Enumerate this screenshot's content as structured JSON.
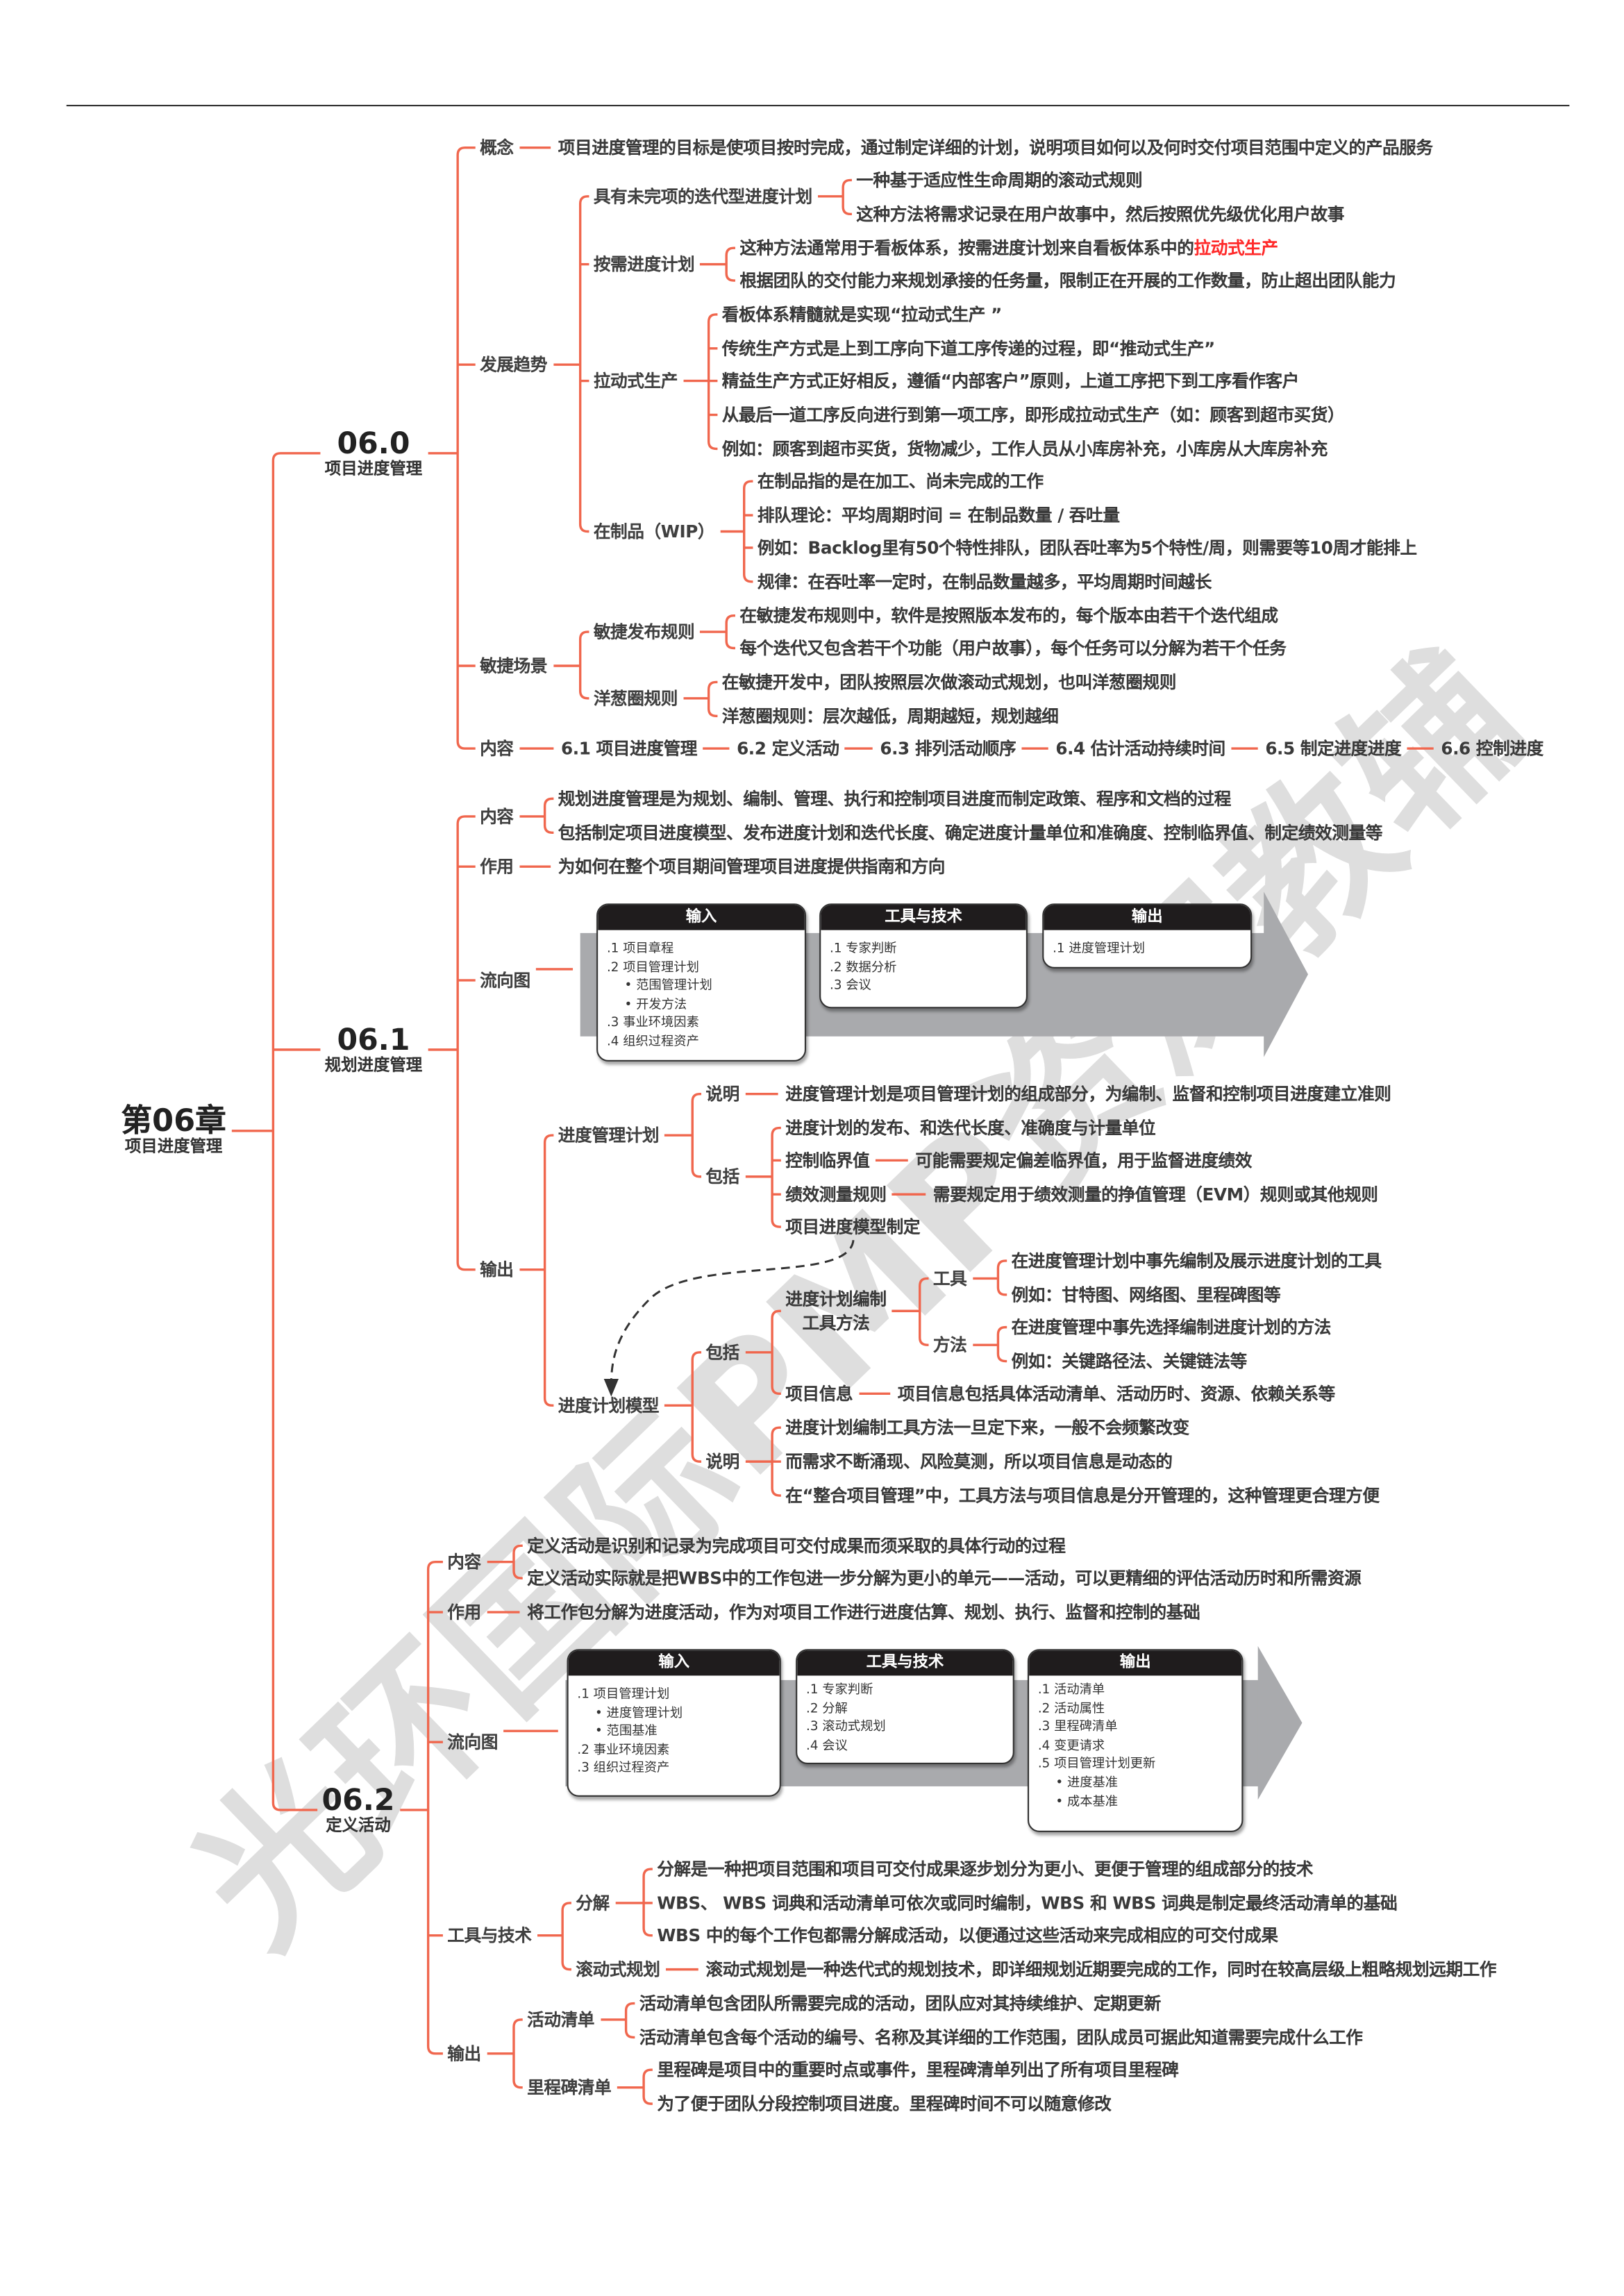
{
  "watermark": "光环国际PMP资深教辅",
  "colors": {
    "connector": "#f0674e",
    "highlight": "#ff2a2a",
    "arrow_band": "#a9aaad",
    "box_header": "#1f1c1d"
  },
  "chapter": {
    "title": "第06章",
    "subtitle": "项目进度管理"
  },
  "s0": {
    "num": "06.0",
    "name": "项目进度管理",
    "concept": {
      "label": "概念",
      "text": "项目进度管理的目标是使项目按时完成，通过制定详细的计划，说明项目如何以及何时交付项目范围中定义的产品服务"
    },
    "trend": {
      "label": "发展趋势",
      "iterative": {
        "label": "具有未完项的迭代型进度计划",
        "items": [
          "一种基于适应性生命周期的滚动式规则",
          "这种方法将需求记录在用户故事中，然后按照优先级优化用户故事"
        ]
      },
      "ondemand": {
        "label": "按需进度计划",
        "item0_text": "这种方法通常用于看板体系，按需进度计划来自看板体系中的",
        "item0_highlight": "拉动式生产",
        "item1": "根据团队的交付能力来规划承接的任务量，限制正在开展的工作数量，防止超出团队能力"
      },
      "pull": {
        "label": "拉动式生产",
        "items": [
          "看板体系精髓就是实现“拉动式生产 ”",
          "传统生产方式是上到工序向下道工序传递的过程，即“推动式生产”",
          "精益生产方式正好相反，遵循“内部客户”原则，上道工序把下到工序看作客户",
          "从最后一道工序反向进行到第一项工序，即形成拉动式生产（如：顾客到超市买货）",
          "例如：顾客到超市买货，货物减少，工作人员从小库房补充，小库房从大库房补充"
        ]
      },
      "wip": {
        "label": "在制品（WIP）",
        "items": [
          "在制品指的是在加工、尚未完成的工作",
          "排队理论：平均周期时间 = 在制品数量 / 吞吐量",
          "例如：Backlog里有50个特性排队，团队吞吐率为5个特性/周，则需要等10周才能排上",
          "规律：在吞吐率一定时，在制品数量越多，平均周期时间越长"
        ]
      }
    },
    "agile": {
      "label": "敏捷场景",
      "release": {
        "label": "敏捷发布规则",
        "items": [
          "在敏捷发布规则中，软件是按照版本发布的，每个版本由若干个迭代组成",
          "每个迭代又包含若干个功能（用户故事），每个任务可以分解为若干个任务"
        ]
      },
      "onion": {
        "label": "洋葱圈规则",
        "items": [
          "在敏捷开发中，团队按照层次做滚动式规划，也叫洋葱圈规则",
          "洋葱圈规则：层次越低，周期越短，规划越细"
        ]
      }
    },
    "content": {
      "label": "内容",
      "items": [
        "6.1 项目进度管理",
        "6.2 定义活动",
        "6.3 排列活动顺序",
        "6.4 估计活动持续时间",
        "6.5 制定进度进度",
        "6.6 控制进度"
      ]
    }
  },
  "s1": {
    "num": "06.1",
    "name": "规划进度管理",
    "content": {
      "label": "内容",
      "items": [
        "规划进度管理是为规划、编制、管理、执行和控制项目进度而制定政策、程序和文档的过程",
        "包括制定项目进度模型、发布进度计划和迭代长度、确定进度计量单位和准确度、控制临界值、制定绩效测量等"
      ]
    },
    "purpose": {
      "label": "作用",
      "text": "为如何在整个项目期间管理项目进度提供指南和方向"
    },
    "flow": {
      "label": "流向图",
      "inputs_title": "输入",
      "tools_title": "工具与技术",
      "outputs_title": "输出",
      "inputs": [
        ".1 项目章程",
        ".2 项目管理计划",
        "范围管理计划",
        "开发方法",
        ".3 事业环境因素",
        ".4 组织过程资产"
      ],
      "tools": [
        ".1 专家判断",
        ".2 数据分析",
        ".3 会议"
      ],
      "outputs": [
        ".1 进度管理计划"
      ]
    },
    "output": {
      "label": "输出",
      "plan": {
        "label": "进度管理计划",
        "desc": {
          "label": "说明",
          "text": "进度管理计划是项目管理计划的组成部分，为编制、监督和控制项目进度建立准则"
        },
        "incl": {
          "label": "包括",
          "item0": "进度计划的发布、和迭代长度、准确度与计量单位",
          "threshold": {
            "label": "控制临界值",
            "text": "可能需要规定偏差临界值，用于监督进度绩效"
          },
          "evm": {
            "label": "绩效测量规则",
            "text": "需要规定用于绩效测量的挣值管理（EVM）规则或其他规则"
          },
          "item3": "项目进度模型制定"
        }
      },
      "model": {
        "label": "进度计划模型",
        "incl": {
          "label": "包括",
          "method_line1": "进度计划编制",
          "method_line2": "工具方法",
          "tool": {
            "label": "工具",
            "items": [
              "在进度管理计划中事先编制及展示进度计划的工具",
              "例如：甘特图、网络图、里程碑图等"
            ]
          },
          "method": {
            "label": "方法",
            "items": [
              "在进度管理中事先选择编制进度计划的方法",
              "例如：关键路径法、关键链法等"
            ]
          },
          "info": {
            "label": "项目信息",
            "text": "项目信息包括具体活动清单、活动历时、资源、依赖关系等"
          }
        },
        "desc": {
          "label": "说明",
          "items": [
            "进度计划编制工具方法一旦定下来，一般不会频繁改变",
            "而需求不断涌现、风险莫测，所以项目信息是动态的",
            "在“整合项目管理”中，工具方法与项目信息是分开管理的，这种管理更合理方便"
          ]
        }
      }
    }
  },
  "s2": {
    "num": "06.2",
    "name": "定义活动",
    "content": {
      "label": "内容",
      "items": [
        "定义活动是识别和记录为完成项目可交付成果而须采取的具体行动的过程",
        "定义活动实际就是把WBS中的工作包进一步分解为更小的单元——活动，可以更精细的评估活动历时和所需资源"
      ]
    },
    "purpose": {
      "label": "作用",
      "text": "将工作包分解为进度活动，作为对项目工作进行进度估算、规划、执行、监督和控制的基础"
    },
    "flow": {
      "label": "流向图",
      "inputs_title": "输入",
      "tools_title": "工具与技术",
      "outputs_title": "输出",
      "inputs": [
        ".1 项目管理计划",
        "进度管理计划",
        "范围基准",
        ".2 事业环境因素",
        ".3 组织过程资产"
      ],
      "tools": [
        ".1 专家判断",
        ".2 分解",
        ".3 滚动式规划",
        ".4 会议"
      ],
      "outputs": [
        ".1 活动清单",
        ".2 活动属性",
        ".3 里程碑清单",
        ".4 变更请求",
        ".5 项目管理计划更新",
        "进度基准",
        "成本基准"
      ]
    },
    "tt": {
      "label": "工具与技术",
      "decomp": {
        "label": "分解",
        "items": [
          "分解是一种把项目范围和项目可交付成果逐步划分为更小、更便于管理的组成部分的技术",
          "WBS、 WBS 词典和活动清单可依次或同时编制，WBS 和 WBS 词典是制定最终活动清单的基础",
          "WBS 中的每个工作包都需分解成活动，以便通过这些活动来完成相应的可交付成果"
        ]
      },
      "rolling": {
        "label": "滚动式规划",
        "text": "滚动式规划是一种迭代式的规划技术，即详细规划近期要完成的工作，同时在较高层级上粗略规划远期工作"
      }
    },
    "output": {
      "label": "输出",
      "activities": {
        "label": "活动清单",
        "items": [
          "活动清单包含团队所需要完成的活动，团队应对其持续维护、定期更新",
          "活动清单包含每个活动的编号、名称及其详细的工作范围，团队成员可据此知道需要完成什么工作"
        ]
      },
      "milestones": {
        "label": "里程碑清单",
        "items": [
          "里程碑是项目中的重要时点或事件，里程碑清单列出了所有项目里程碑",
          "为了便于团队分段控制项目进度。里程碑时间不可以随意修改"
        ]
      }
    }
  }
}
